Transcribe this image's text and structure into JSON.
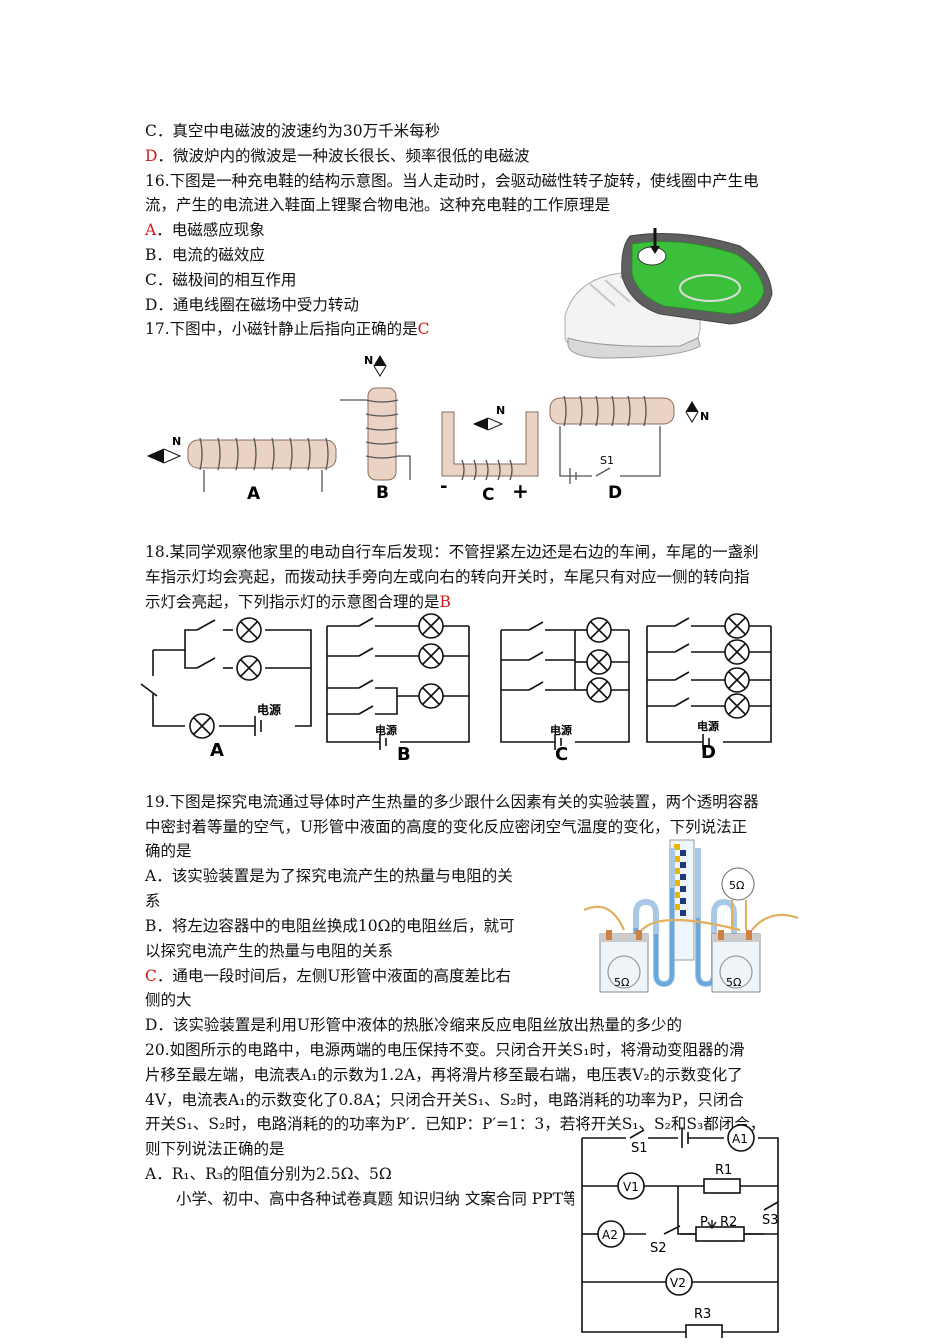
{
  "q15": {
    "optC": "C．真空中电磁波的波速约为30万千米每秒",
    "optD_letter": "D",
    "optD_text": "．微波炉内的微波是一种波长很长、频率很低的电磁波"
  },
  "q16": {
    "stem1": "16.下图是一种充电鞋的结构示意图。当人走动时，会驱动磁性转子旋转，使线圈中产生电",
    "stem2": "流，产生的电流进入鞋面上锂聚合物电池。这种充电鞋的工作原理是",
    "optA_letter": "A",
    "optA_text": "．电磁感应现象",
    "optB": "B．电流的磁效应",
    "optC": "C．磁极间的相互作用",
    "optD": "D．通电线圈在磁场中受力转动"
  },
  "q17": {
    "stem": "17.下图中，小磁针静止后指向正确的是",
    "answer": "C",
    "labels": [
      "A",
      "B",
      "C",
      "D"
    ],
    "needle_n": "N",
    "minus": "-",
    "plus": "+",
    "switch": "S1"
  },
  "q18": {
    "stem1": "18.某同学观察他家里的电动自行车后发现：不管捏紧左边还是右边的车闸，车尾的一盏刹",
    "stem2": "车指示灯均会亮起，而拨动扶手旁向左或向右的转向开关时，车尾只有对应一侧的转向指",
    "stem3": "示灯会亮起，下列指示灯的示意图合理的是",
    "answer": "B",
    "labels": [
      "A",
      "B",
      "C",
      "D"
    ],
    "source": "电源"
  },
  "q19": {
    "stem1": "19.下图是探究电流通过导体时产生热量的多少跟什么因素有关的实验装置，两个透明容器",
    "stem2": "中密封着等量的空气，U形管中液面的高度的变化反应密闭空气温度的变化，下列说法正",
    "stem3": "确的是",
    "optA1": "A．该实验装置是为了探究电流产生的热量与电阻的关",
    "optA2": "系",
    "optB1": "B．将左边容器中的电阻丝换成10Ω的电阻丝后，就可",
    "optB2": "以探究电流产生的热量与电阻的关系",
    "optC_letter": "C",
    "optC1_text": "．通电一段时间后，左侧U形管中液面的高度差比右",
    "optC2": "侧的大",
    "optD": "D．该实验装置是利用U形管中液体的热胀冷缩来反应电阻丝放出热量的多少的",
    "res_left": "5Ω",
    "res_right": "5Ω",
    "res_top": "5Ω"
  },
  "q20": {
    "l1": "20.如图所示的电路中，电源两端的电压保持不变。只闭合开关S₁时，将滑动变阻器的滑",
    "l2": "片移至最左端，电流表A₁的示数为1.2A，再将滑片移至最右端，电压表V₂的示数变化了",
    "l3": "4V，电流表A₁的示数变化了0.8A；只闭合开关S₁、S₂时，电路消耗的功率为P，只闭合",
    "l4": "开关S₁、S₂时，电路消耗的的功率为P′．已知P：P′=1：3，若将开关S₁、S₂和S₃都闭合，",
    "l5": "则下列说法正确的是",
    "optA": "A．R₁、R₃的阻值分别为2.5Ω、5Ω",
    "footer": "小学、初中、高中各种试卷真题 知识归纳 文案合同 PPT等",
    "labels": {
      "s1": "S1",
      "a1": "A1",
      "r1": "R1",
      "v1": "V1",
      "s3": "S3",
      "p": "P",
      "r2": "R2",
      "a2": "A2",
      "s2": "S2",
      "v2": "V2",
      "r3": "R3"
    }
  }
}
